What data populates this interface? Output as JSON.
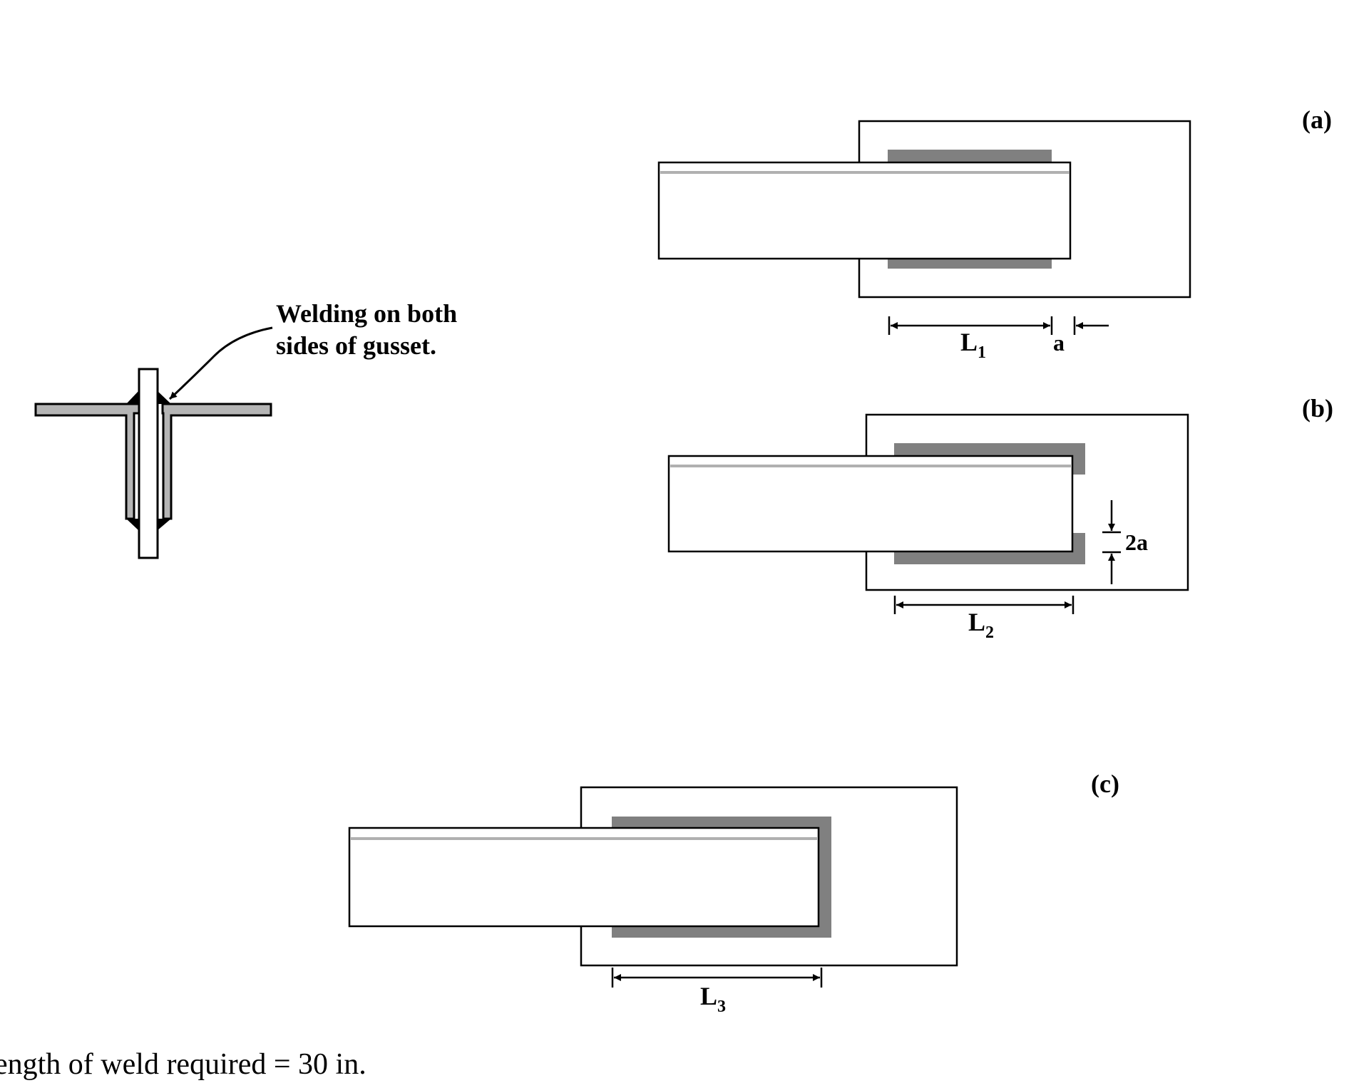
{
  "annotation": {
    "line1": "Welding on both",
    "line2": "sides of gusset."
  },
  "panels": {
    "a": {
      "label": "(a)",
      "dim_length": "L",
      "dim_length_sub": "1",
      "dim_gap": "a"
    },
    "b": {
      "label": "(b)",
      "dim_length": "L",
      "dim_length_sub": "2",
      "dim_gap": "2a"
    },
    "c": {
      "label": "(c)",
      "dim_length": "L",
      "dim_length_sub": "3"
    }
  },
  "footer": {
    "text": "ength of weld required = 30 in."
  },
  "colors": {
    "weld": "#808080",
    "line": "#000000",
    "section": "#b5b5b5"
  }
}
